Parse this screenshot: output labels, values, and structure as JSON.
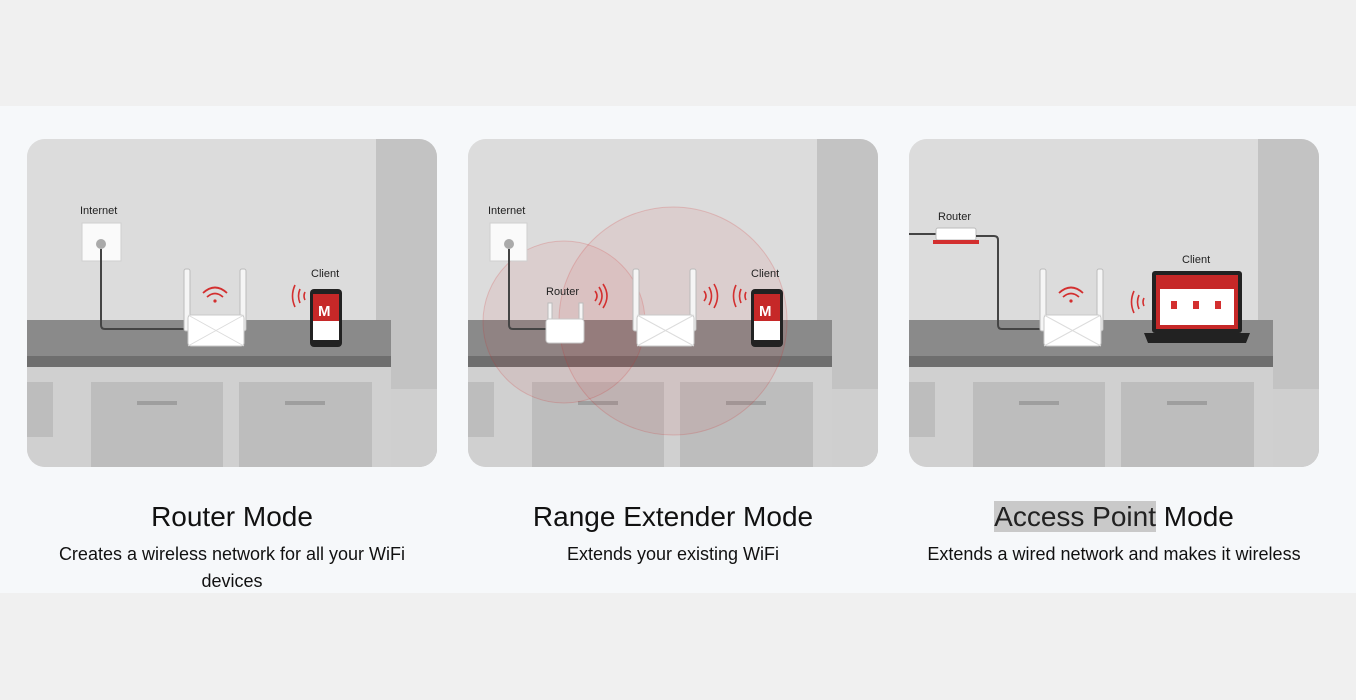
{
  "cards": [
    {
      "title": "Router Mode",
      "description": "Creates a wireless network for all your WiFi devices",
      "labels": {
        "internet": "Internet",
        "client": "Client"
      }
    },
    {
      "title": "Range Extender Mode",
      "description": "Extends your existing WiFi",
      "labels": {
        "internet": "Internet",
        "router": "Router",
        "client": "Client"
      }
    },
    {
      "title_highlight": "Access Point",
      "title_rest": " Mode",
      "description": "Extends a wired network and makes it wireless",
      "labels": {
        "router": "Router",
        "client": "Client"
      }
    }
  ],
  "icons": {
    "device": "wifi-router-icon",
    "signal": "wifi-signal-icon",
    "phone": "smartphone-icon",
    "laptop": "laptop-icon",
    "wall": "wall-socket-icon"
  },
  "colors": {
    "accent": "#d32f2f",
    "band_bg": "#f6f8fa",
    "page_bg": "#f0f0f0",
    "highlight": "#c9c9c9"
  }
}
